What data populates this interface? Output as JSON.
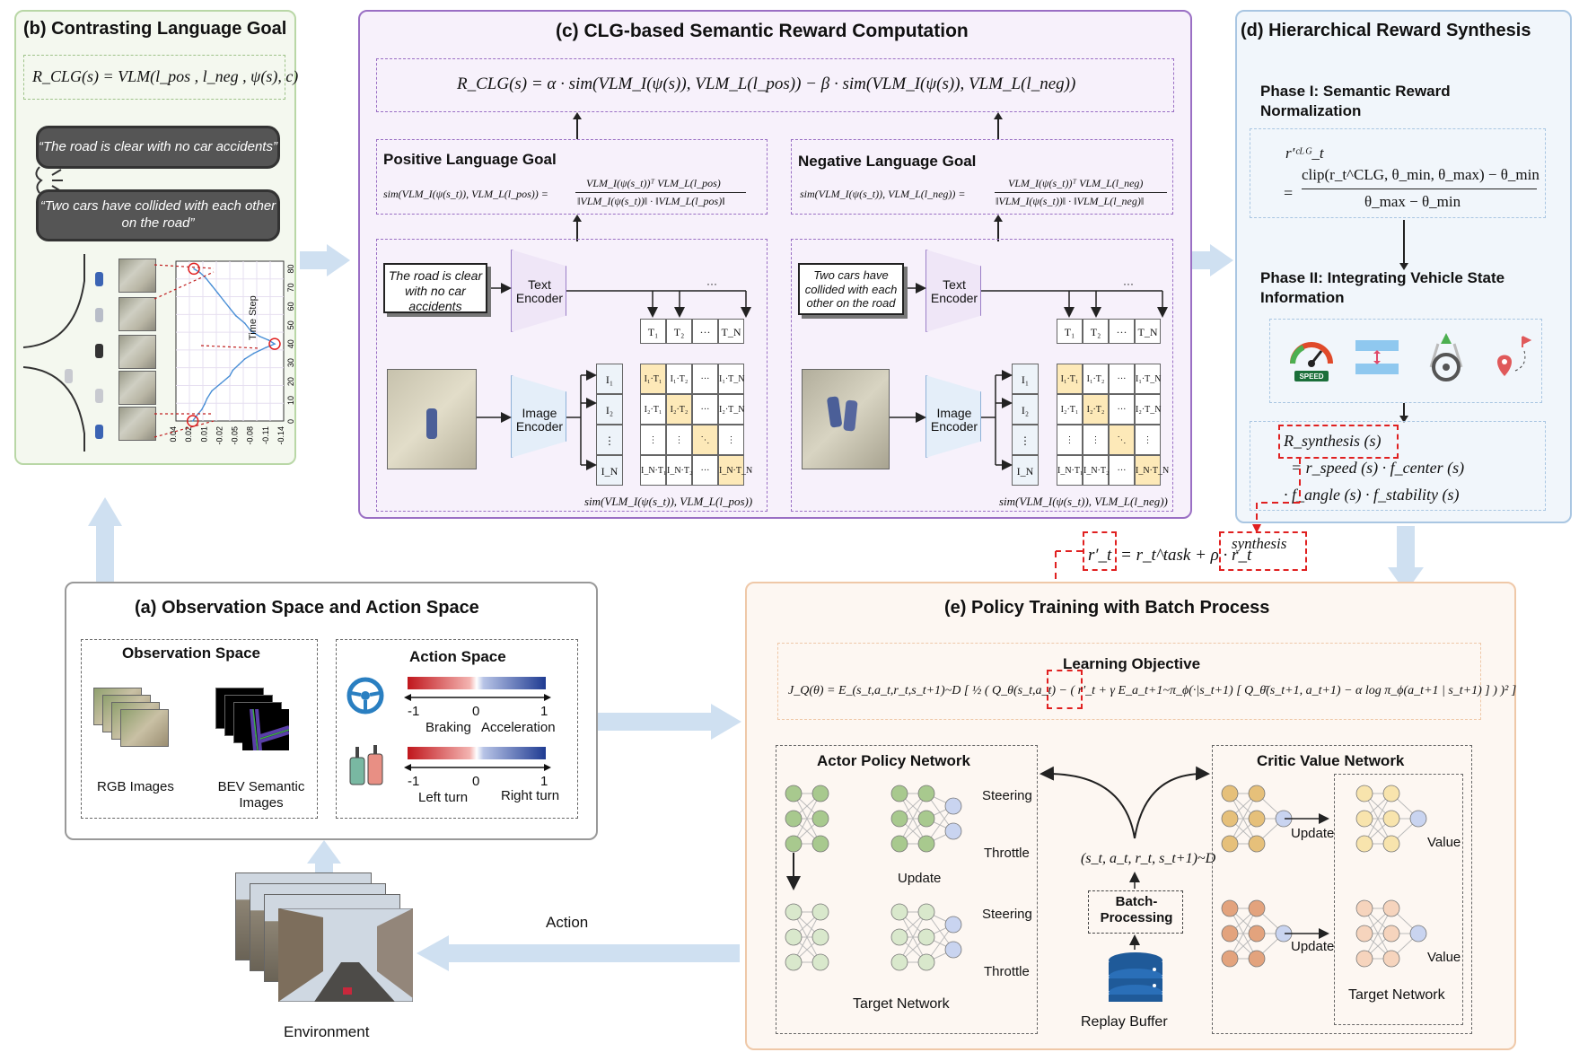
{
  "panel_b": {
    "title": "(b) Contrasting Language Goal",
    "eq_main": "R_CLG(s) = VLM(l_pos , l_neg , ψ(s), c)",
    "bubble_pos": "“The road is clear with no car accidents”",
    "bubble_neg": "“Two cars have collided with each other on the road”",
    "chart_axis_label": "Time Step",
    "x_ticks": [
      "0.04",
      "0.02",
      "0.01",
      "-0.02",
      "-0.05",
      "-0.08",
      "-0.11",
      "-0.14"
    ],
    "y_ticks": [
      "0",
      "10",
      "20",
      "30",
      "40",
      "50",
      "60",
      "70",
      "80"
    ]
  },
  "chart_data": {
    "type": "line",
    "ylabel": "Time Step",
    "orientation": "rotated",
    "ylim": [
      0,
      85
    ],
    "xlim": [
      0.04,
      -0.14
    ],
    "points": [
      [
        0.012,
        0
      ],
      [
        0.005,
        3
      ],
      [
        -0.003,
        6
      ],
      [
        -0.008,
        9
      ],
      [
        -0.012,
        12
      ],
      [
        -0.02,
        16
      ],
      [
        -0.035,
        20
      ],
      [
        -0.05,
        24
      ],
      [
        -0.055,
        27
      ],
      [
        -0.065,
        30
      ],
      [
        -0.075,
        33
      ],
      [
        -0.09,
        36
      ],
      [
        -0.11,
        39
      ],
      [
        -0.125,
        41
      ],
      [
        -0.115,
        43
      ],
      [
        -0.1,
        45
      ],
      [
        -0.085,
        48
      ],
      [
        -0.075,
        52
      ],
      [
        -0.06,
        56
      ],
      [
        -0.05,
        60
      ],
      [
        -0.04,
        64
      ],
      [
        -0.03,
        68
      ],
      [
        -0.02,
        72
      ],
      [
        -0.01,
        76
      ],
      [
        0.0,
        79
      ],
      [
        0.01,
        81
      ]
    ]
  },
  "panel_c": {
    "title": "(c) CLG-based Semantic Reward Computation",
    "eq_top": "R_CLG(s) = α · sim(VLM_I(ψ(s)), VLM_L(l_pos)) − β · sim(VLM_I(ψ(s)), VLM_L(l_neg))",
    "pos_title": "Positive Language Goal",
    "neg_title": "Negative Language Goal",
    "pos_sim_lhs": "sim(VLM_I(ψ(s_t)), VLM_L(l_pos)) =",
    "pos_sim_num": "VLM_I(ψ(s_t))ᵀ VLM_L(l_pos)",
    "pos_sim_den": "‖VLM_I(ψ(s_t))‖ · ‖VLM_L(l_pos)‖",
    "neg_sim_lhs": "sim(VLM_I(ψ(s_t)), VLM_L(l_neg)) =",
    "neg_sim_num": "VLM_I(ψ(s_t))ᵀ VLM_L(l_neg)",
    "neg_sim_den": "‖VLM_I(ψ(s_t))‖ · ‖VLM_L(l_neg)‖",
    "pos_goal_text": "The road is clear with no car accidents",
    "neg_goal_text": "Two cars have collided with each other on the road",
    "text_encoder": "Text Encoder",
    "image_encoder": "Image Encoder",
    "dots": "···",
    "pos_sim_caption": "sim(VLM_I(ψ(s_t)), VLM_L(l_pos))",
    "neg_sim_caption": "sim(VLM_I(ψ(s_t)), VLM_L(l_neg))",
    "t_tokens": [
      "T₁",
      "T₂",
      "···",
      "T_N"
    ],
    "i_tokens": [
      "I₁",
      "I₂",
      "⋮",
      "I_N"
    ],
    "matrix": [
      [
        "I₁·T₁",
        "I₁·T₂",
        "···",
        "I₁·T_N"
      ],
      [
        "I₂·T₁",
        "I₂·T₂",
        "···",
        "I₂·T_N"
      ],
      [
        "⋮",
        "⋮",
        "⋱",
        "⋮"
      ],
      [
        "I_N·T₁",
        "I_N·T₂",
        "···",
        "I_N·T_N"
      ]
    ]
  },
  "panel_d": {
    "title": "(d) Hierarchical Reward Synthesis",
    "phase1": "Phase I: Semantic Reward Normalization",
    "phase1_lhs": "r′ᶜᴸᴳ_t",
    "phase1_num": "clip(r_t^CLG, θ_min, θ_max) − θ_min",
    "phase1_den": "θ_max − θ_min",
    "phase2": "Phase II: Integrating Vehicle State Information",
    "speed_label": "SPEED",
    "synth_lhs": "R_synthesis (s)",
    "synth_l1": "= r_speed (s) · f_center (s)",
    "synth_l2": "· f_angle (s) · f_stability (s)"
  },
  "reward_eq": {
    "r_prime": "r′_t",
    "rest": "= r_t^task + ρ · r_t",
    "sup": "synthesis"
  },
  "panel_a": {
    "title": "(a) Observation Space and Action Space",
    "obs_title": "Observation Space",
    "act_title": "Action Space",
    "rgb": "RGB Images",
    "bev": "BEV Semantic Images",
    "m1": "-1",
    "zero": "0",
    "p1": "1",
    "braking": "Braking",
    "acceleration": "Acceleration",
    "left": "Left turn",
    "right": "Right turn",
    "environment": "Environment",
    "action": "Action"
  },
  "panel_e": {
    "title": "(e) Policy Training with Batch Process",
    "objective_title": "Learning Objective",
    "objective": "J_Q(θ) = E_(s_t,a_t,r_t,s_t+1)~D [ ½ ( Q_θ(s_t,a_t) − ( r′_t + γ E_a_t+1~π_ϕ(·|s_t+1) [ Q_θ̄(s_t+1, a_t+1) − α log π_ϕ(a_t+1 | s_t+1) ] ) )² ]",
    "actor": "Actor Policy Network",
    "critic": "Critic Value Network",
    "steering": "Steering",
    "throttle": "Throttle",
    "update": "Update",
    "target": "Target Network",
    "value": "Value",
    "tuple": "(s_t, a_t, r_t, s_t+1)~D",
    "batch": "Batch-Processing",
    "replay": "Replay Buffer"
  },
  "colors": {
    "panel_b_border": "#b9d7a6",
    "panel_b_bg": "#f4f8ef",
    "panel_c_border": "#9a6fc4",
    "panel_c_bg": "#f7f1fb",
    "panel_d_border": "#a9c6e2",
    "panel_d_bg": "#f1f6fb",
    "panel_e_border": "#efc8a8",
    "panel_e_bg": "#fdf7f2",
    "highlight": "#fde9b8",
    "red": "#e02020"
  }
}
